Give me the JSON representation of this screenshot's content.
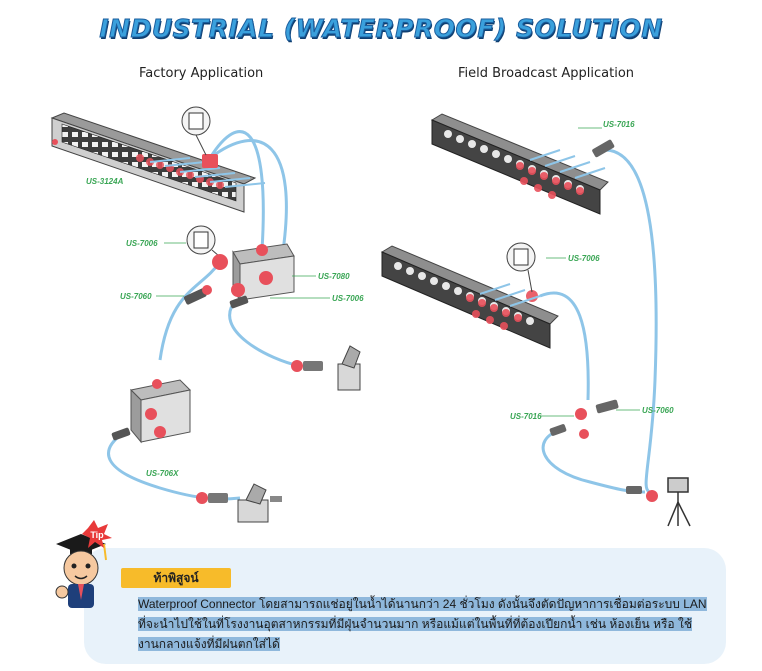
{
  "header": {
    "title": "INDUSTRIAL (WATERPROOF) SOLUTION"
  },
  "sections": {
    "factory": {
      "title": "Factory Application"
    },
    "field": {
      "title": "Field Broadcast Application"
    }
  },
  "labels": {
    "us3124a": "US-3124A",
    "us7006": "US-7006",
    "us7060": "US-7060",
    "us7080": "US-7080",
    "us706x": "US-706X",
    "us7016": "US-7016"
  },
  "tip": {
    "badge": "Tip",
    "heading": "ท้าพิสูจน์",
    "text": "Waterproof Connector โดยสามารถแช่อยู่ในน้ำได้นานกว่า 24 ชั่วโมง ดังนั้นจึงตัดปัญหาการเชื่อมต่อระบบ LAN ที่จะนำไปใช้ในที่โรงงานอุตสาหกรรมที่มีฝุ่นจำนวนมาก หรือแม้แต่ในพื้นที่ที่ต้องเปียกน้ำ เช่น ห้องเย็น หรือ ใช้งานกลางแจ้งที่มีฝนตกใส่ได้"
  },
  "colors": {
    "title": "#3aa0dc",
    "label_green": "#3aa655",
    "cable_blue": "#8ec5e8",
    "connector_red": "#e8505b",
    "tip_bg": "#e8f2fa",
    "tip_heading_bg": "#f7bb2a"
  }
}
